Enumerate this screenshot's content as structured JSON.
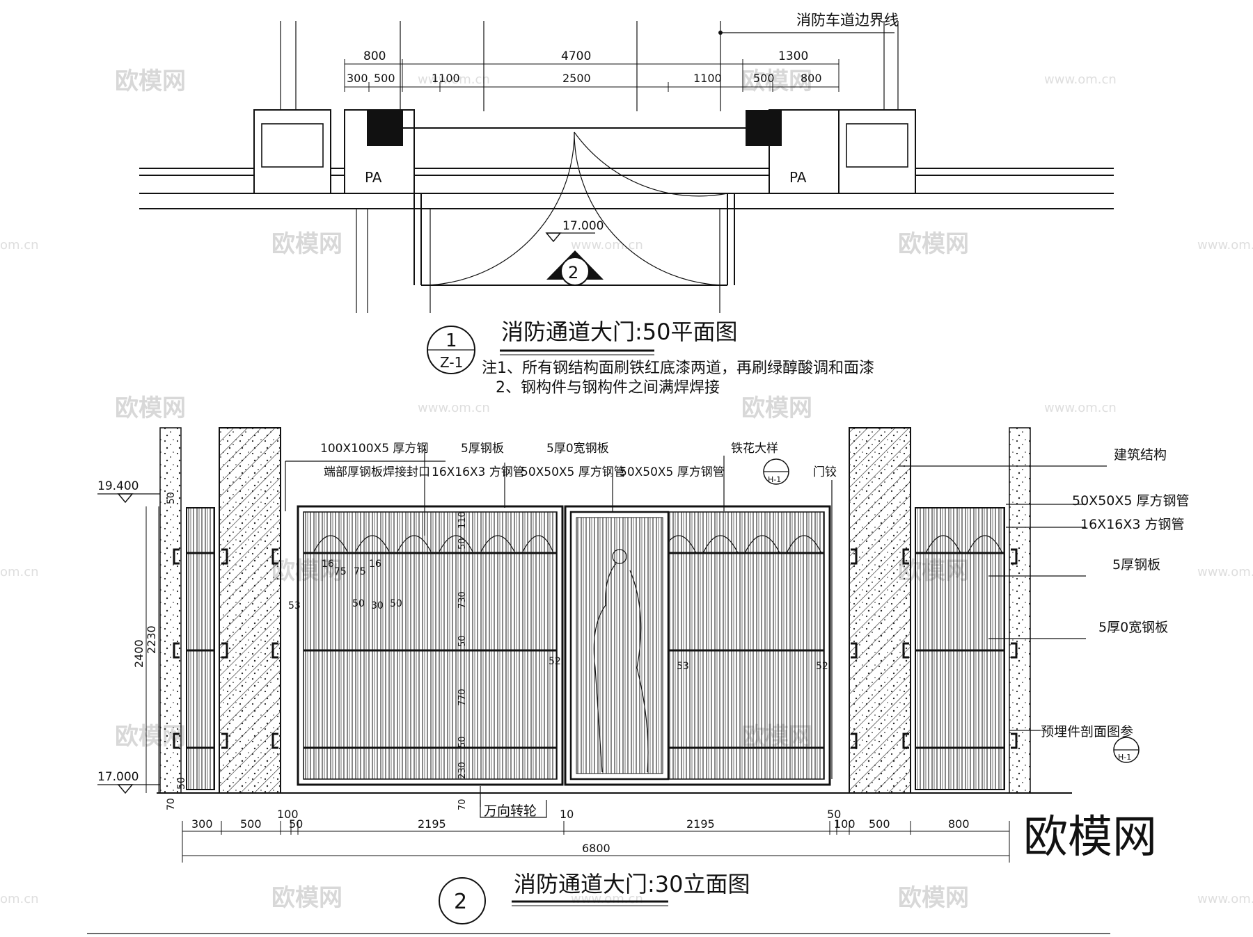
{
  "plan": {
    "title": "消防通道大门:50平面图",
    "symbol_num": "1",
    "symbol_ref": "Z-1",
    "boundary_label": "消防车道边界线",
    "pa_left": "PA",
    "pa_right": "PA",
    "level": "17.000",
    "section_mark": "2",
    "dims_top": [
      "800",
      "4700",
      "1300"
    ],
    "dims_sub": [
      "300",
      "500",
      "1100",
      "2500",
      "1100",
      "500",
      "800"
    ],
    "notes": [
      "注1、所有钢结构面刷铁红底漆两道，再刷绿醇酸调和面漆",
      "2、钢构件与钢构件之间满焊焊接"
    ]
  },
  "elevation": {
    "title": "消防通道大门:30立面图",
    "symbol_num": "2",
    "level_top": "19.400",
    "level_bottom": "17.000",
    "callouts_top": [
      "100X100X5  厚方钢",
      "端部厚钢板焊接封口",
      "5厚钢板",
      "16X16X3  方钢管",
      "50X50X5  厚方钢管",
      "50X50X5  厚方钢管",
      "5厚0宽钢板",
      "铁花大样",
      "门铰"
    ],
    "callouts_right": [
      "建筑结构",
      "50X50X5  厚方钢管",
      "16X16X3  方钢管",
      "5厚钢板",
      "5厚0宽钢板",
      "预埋件剖面图参"
    ],
    "detail_ref": "H-1",
    "wheel_label": "万向转轮",
    "dims_left": [
      "2400",
      "2230",
      "50",
      "50",
      "70"
    ],
    "dims_bottom": [
      "300",
      "500",
      "100",
      "50",
      "2195",
      "10",
      "2195",
      "50",
      "100",
      "500",
      "800"
    ],
    "dim_total": "6800",
    "inner_dims": [
      "16",
      "75",
      "75",
      "16",
      "50",
      "30",
      "50",
      "53",
      "52",
      "53",
      "52",
      "110",
      "50",
      "730",
      "50",
      "770",
      "50",
      "230",
      "70"
    ]
  },
  "watermark": {
    "brand": "欧模网",
    "url": "www.om.cn",
    "url_short": "om.cn"
  }
}
